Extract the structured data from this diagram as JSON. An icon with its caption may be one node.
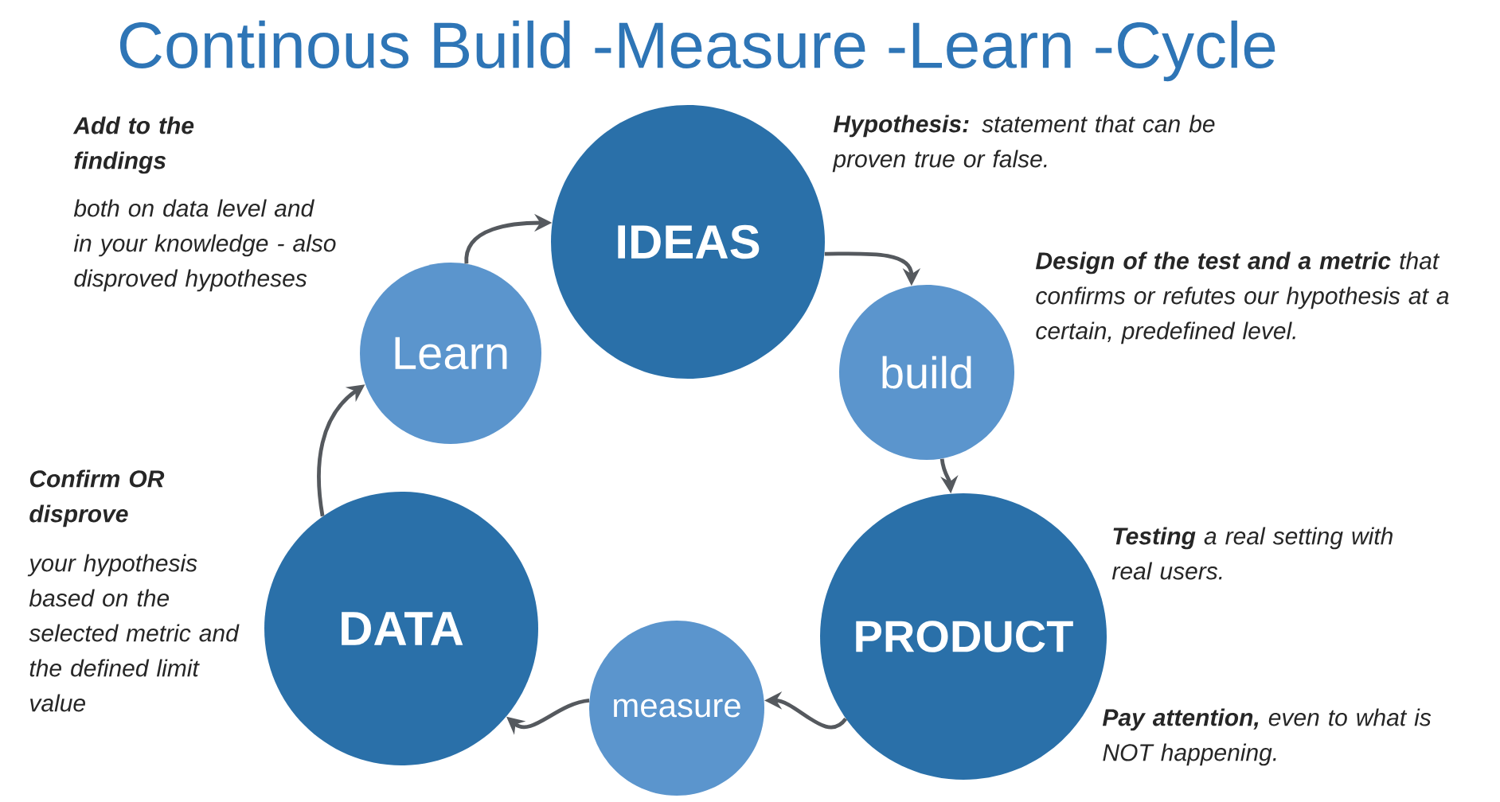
{
  "diagram": {
    "title": "Continous Build -Measure -Learn -Cycle",
    "nodes": [
      {
        "text": [
          "IDEAS"
        ],
        "beside": [
          "**Hypothesis:** statement that can be proven true or false."
        ]
      },
      {
        "text": [
          "build"
        ],
        "beside": [
          "**Design of the test and a metric** that confirms or refutes our hypothesis at a certain, predefined level."
        ]
      },
      {
        "text": [
          "PRODUCT"
        ],
        "beside": [
          "**Testing** a real setting with real users.",
          "**Pay attention,** even to what is NOT happening."
        ]
      },
      {
        "text": [
          "measure"
        ]
      },
      {
        "text": [
          "DATA"
        ],
        "beside": [
          "Confirm OR disprove",
          "your hypothesis based on the selected metric and the defined limit value"
        ]
      },
      {
        "text": [
          "Learn"
        ],
        "beside": [
          "Add to the findings",
          "both on data level and in your knowledge - also disproved hypotheses"
        ]
      }
    ],
    "edges": [
      {
        "from": 0,
        "to": 1,
        "arrow": "to"
      },
      {
        "from": 1,
        "to": 2,
        "arrow": "to"
      },
      {
        "from": 2,
        "to": 3,
        "arrow": "to"
      },
      {
        "from": 3,
        "to": 4,
        "arrow": "to"
      },
      {
        "from": 4,
        "to": 5,
        "arrow": "to"
      },
      {
        "from": 5,
        "to": 0,
        "arrow": "to"
      }
    ]
  }
}
